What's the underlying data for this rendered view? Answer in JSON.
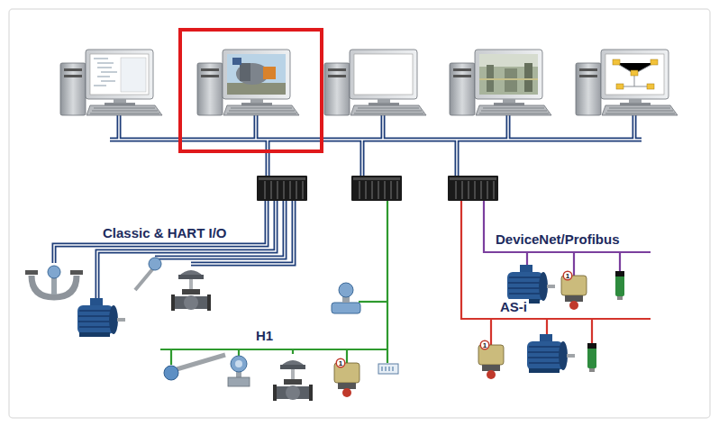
{
  "diagram": {
    "labels": [
      "Classic & HART I/O",
      "H1",
      "DeviceNet/Profibus",
      "AS-i",
      "1",
      "1",
      "1"
    ]
  }
}
